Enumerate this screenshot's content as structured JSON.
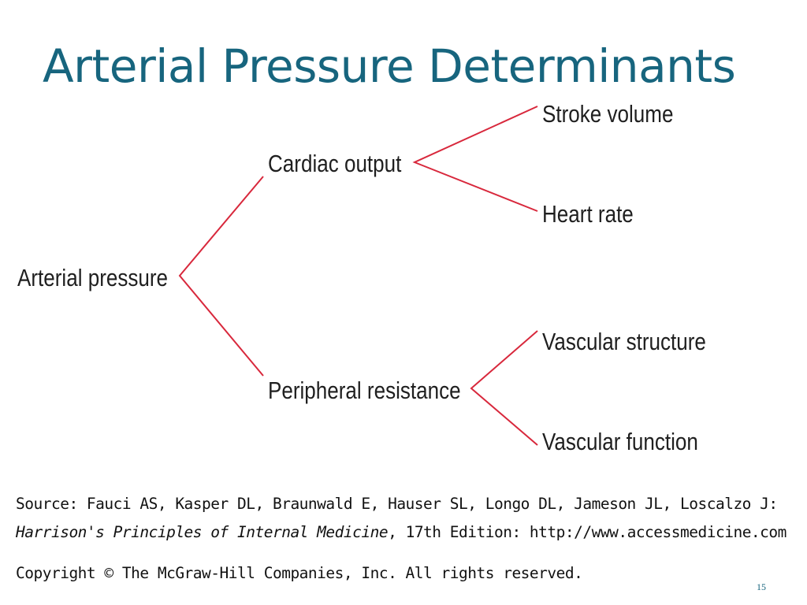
{
  "slide": {
    "title": "Arterial Pressure Determinants",
    "number": "15"
  },
  "diagram": {
    "root": "Arterial pressure",
    "branches": [
      {
        "label": "Cardiac output",
        "children": [
          "Stroke volume",
          "Heart rate"
        ]
      },
      {
        "label": "Peripheral resistance",
        "children": [
          "Vascular structure",
          "Vascular function"
        ]
      }
    ],
    "line_color": "#d8283c"
  },
  "source": {
    "line1": "Source: Fauci AS, Kasper DL, Braunwald E, Hauser SL, Longo DL, Jameson JL, Loscalzo J:",
    "line2_title": "Harrison's Principles of Internal Medicine",
    "line2_rest": ", 17th Edition: http://www.accessmedicine.com",
    "copyright": "Copyright © The McGraw-Hill Companies, Inc. All rights reserved."
  },
  "colors": {
    "title": "#17657e",
    "text": "#1f1f1f"
  }
}
